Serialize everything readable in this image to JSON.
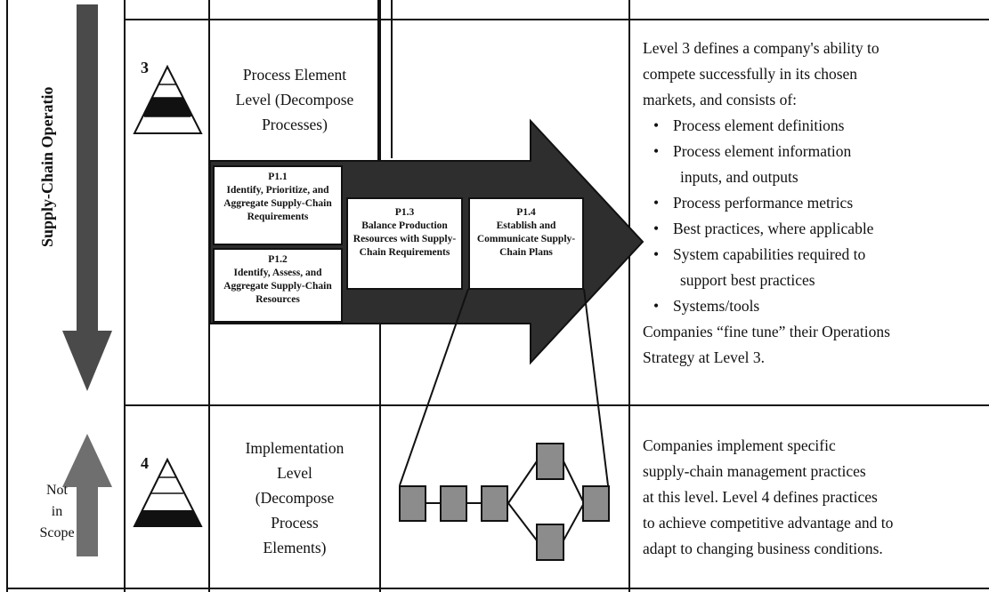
{
  "side": {
    "supply_chain_label": "Supply-Chain Operatio",
    "not_in_scope": [
      "Not",
      "in",
      "Scope"
    ]
  },
  "level3": {
    "number": "3",
    "name": [
      "Process Element",
      "Level (Decompose",
      "Processes)"
    ],
    "elements": [
      {
        "code": "P1.1",
        "text": "Identify, Prioritize, and Aggregate Supply-Chain Requirements"
      },
      {
        "code": "P1.2",
        "text": "Identify, Assess, and Aggregate Supply-Chain Resources"
      },
      {
        "code": "P1.3",
        "text": "Balance Production Resources with Supply-Chain Requirements"
      },
      {
        "code": "P1.4",
        "text": "Establish and Communicate Supply-Chain Plans"
      }
    ],
    "desc_intro": [
      "Level 3 defines a company's ability to",
      "compete successfully in its chosen",
      "markets, and consists of:"
    ],
    "bullets": [
      [
        "Process element definitions"
      ],
      [
        "Process element information",
        "inputs, and outputs"
      ],
      [
        "Process performance metrics"
      ],
      [
        "Best practices, where applicable"
      ],
      [
        "System capabilities required to",
        "support best practices"
      ],
      [
        "Systems/tools"
      ]
    ],
    "desc_outro": [
      "Companies “fine tune” their Operations",
      "Strategy at Level 3."
    ]
  },
  "level4": {
    "number": "4",
    "name": [
      "Implementation",
      "Level",
      "(Decompose",
      "Process",
      "Elements)"
    ],
    "desc": [
      "Companies implement specific",
      "supply-chain management practices",
      "at this level. Level 4 defines practices",
      "to achieve competitive advantage and to",
      "adapt to changing business conditions."
    ]
  },
  "colors": {
    "arrow_dark": "#2e2e2e",
    "arrow_grey": "#6f6f6f",
    "node_fill": "#8c8c8c",
    "line": "#111111"
  }
}
